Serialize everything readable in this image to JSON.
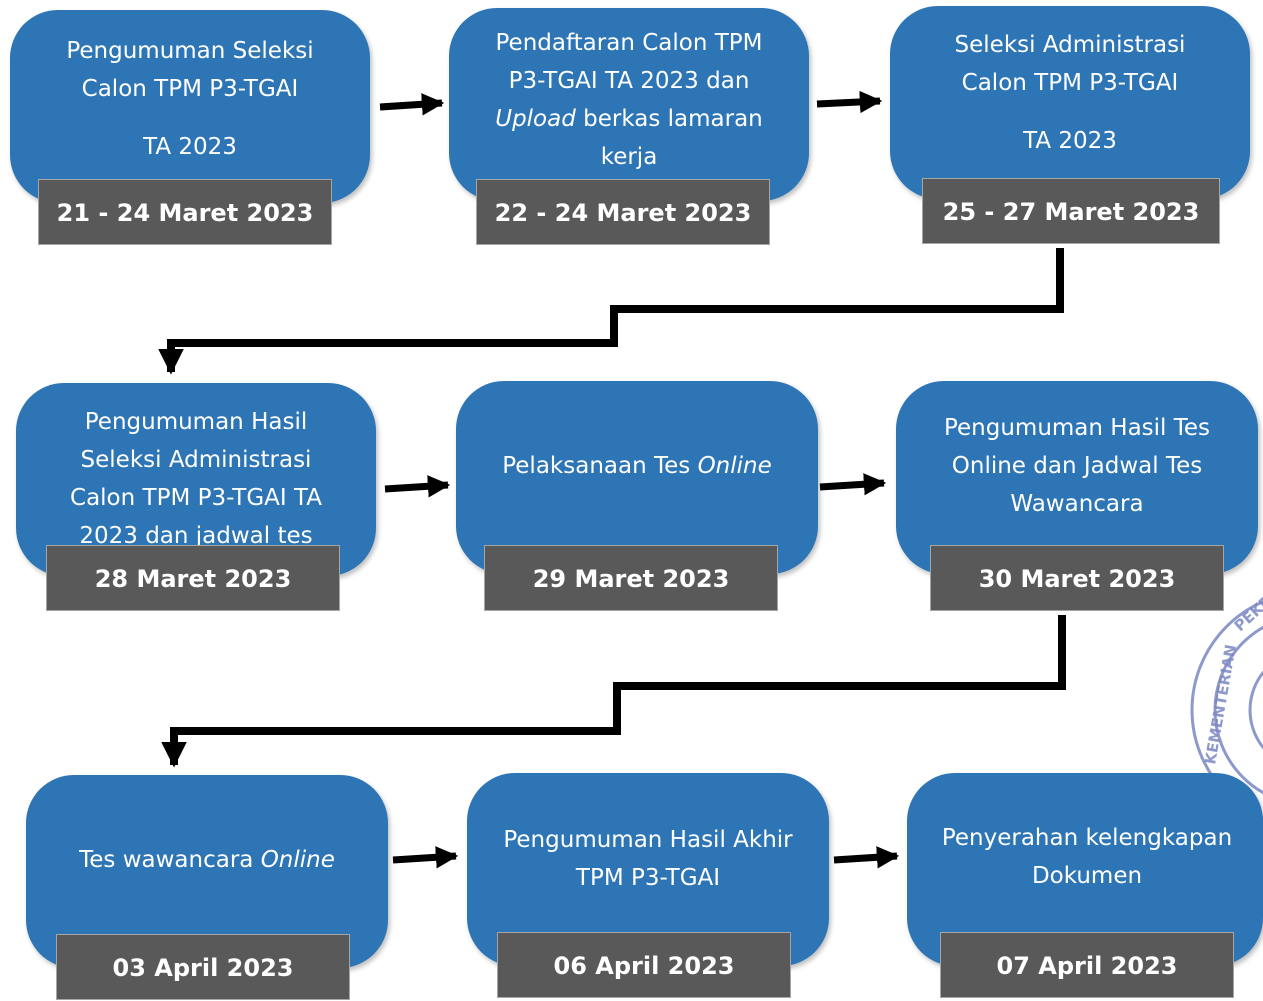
{
  "steps": [
    {
      "lines": [
        "Pengumuman Seleksi",
        "Calon TPM P3-TGAI",
        "TA 2023"
      ],
      "date": "21  - 24 Maret 2023"
    },
    {
      "lines": [
        "Pendaftaran Calon TPM",
        "P3-TGAI TA 2023 dan"
      ],
      "upload_word": "Upload",
      "upload_rest": " berkas lamaran",
      "last_line": "kerja",
      "date": "22  - 24 Maret 2023"
    },
    {
      "lines": [
        "Seleksi Administrasi",
        "Calon TPM P3-TGAI",
        "TA 2023"
      ],
      "date": "25  - 27 Maret 2023"
    },
    {
      "lines": [
        "Pengumuman Hasil",
        "Seleksi Administrasi",
        "Calon TPM P3-TGAI TA",
        "2023 dan jadwal tes"
      ],
      "date": "28 Maret 2023"
    },
    {
      "text": "Pelaksanaan Tes ",
      "italic": "Online",
      "date": "29 Maret 2023"
    },
    {
      "lines": [
        "Pengumuman Hasil Tes",
        "Online dan Jadwal Tes",
        "Wawancara"
      ],
      "date": "30 Maret 2023"
    },
    {
      "text": "Tes wawancara ",
      "italic": "Online",
      "date": "03 April 2023"
    },
    {
      "lines": [
        "Pengumuman Hasil Akhir",
        "TPM P3-TGAI"
      ],
      "date": "06 April 2023"
    },
    {
      "lines": [
        "Penyerahan kelengkapan",
        "Dokumen"
      ],
      "date": "07 April 2023"
    }
  ],
  "colors": {
    "box": "#2e75b6",
    "date_bar": "#595959",
    "arrow": "#000000",
    "stamp": "#7b88c2"
  },
  "stamp": {
    "text": "KEMENTERIAN PEKER"
  }
}
